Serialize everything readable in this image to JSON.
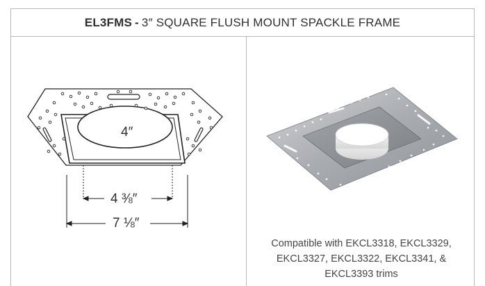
{
  "header": {
    "model_code": "EL3FMS",
    "separator": "-",
    "description": "3″ SQUARE FLUSH MOUNT SPACKLE FRAME"
  },
  "drawing": {
    "opening_dimension": "4″",
    "inner_width_dimension": "4 ⅜″",
    "outer_width_dimension": "7 ⅛″"
  },
  "photo": {
    "caption": "Compatible with EKCL3318, EKCL3329, EKCL3327, EKCL3322, EKCL3341, & EKCL3393 trims"
  },
  "colors": {
    "border": "#b9b9b9",
    "line_art": "#222222",
    "metal_plate": "#b3b6b9",
    "inner_square": "#8e9296"
  }
}
